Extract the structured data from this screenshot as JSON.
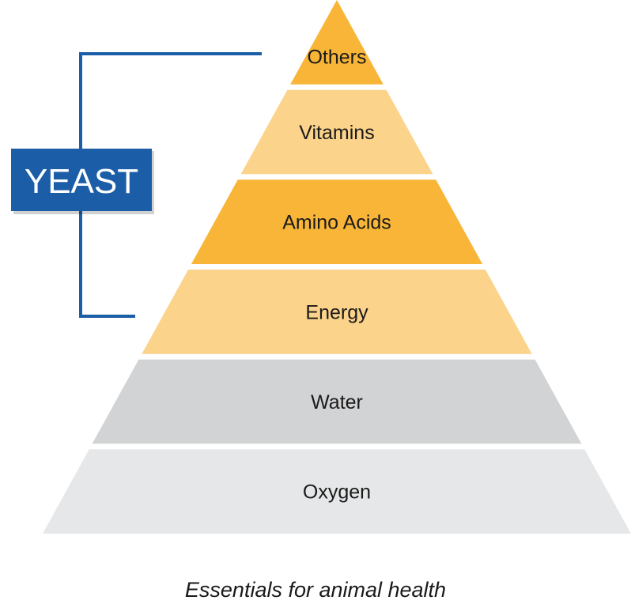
{
  "pyramid": {
    "tiers": [
      {
        "label": "Others",
        "color": "#F8B537"
      },
      {
        "label": "Vitamins",
        "color": "#FBD38A"
      },
      {
        "label": "Amino Acids",
        "color": "#F8B537"
      },
      {
        "label": "Energy",
        "color": "#FBD38A"
      },
      {
        "label": "Water",
        "color": "#D2D3D4"
      },
      {
        "label": "Oxygen",
        "color": "#E6E7E8"
      }
    ]
  },
  "yeast": {
    "label": "YEAST",
    "color": "#1B5DA6"
  },
  "caption": "Essentials for animal health"
}
